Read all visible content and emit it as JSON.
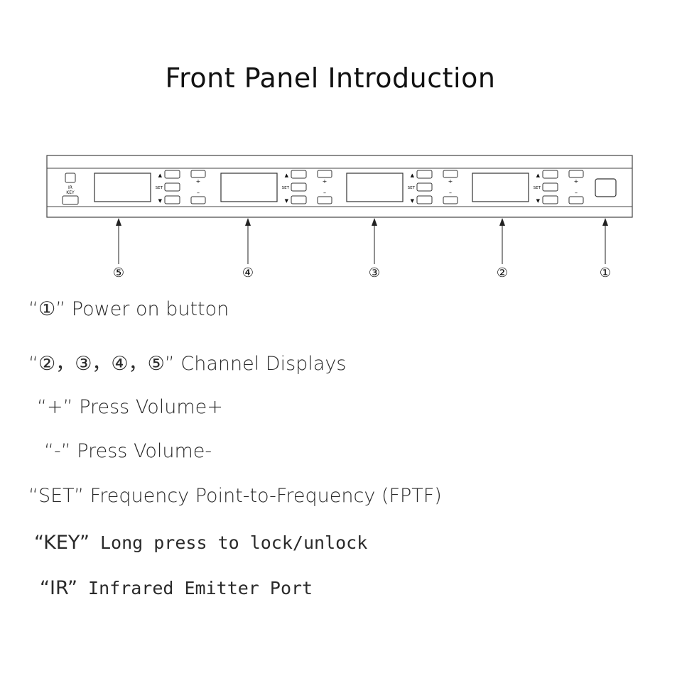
{
  "title": "Front Panel Introduction",
  "panel": {
    "ir_label": "IR",
    "key_label": "KEY",
    "set_label": "SET",
    "up_symbol": "▲",
    "down_symbol": "▼",
    "plus_symbol": "+",
    "minus_symbol": "–"
  },
  "callouts": [
    "⑤",
    "④",
    "③",
    "②",
    "①"
  ],
  "legend": [
    {
      "lead": "“①”",
      "text": " Power on button"
    },
    {
      "lead": "“②，③，④，⑤”",
      "text": " Channel Displays"
    },
    {
      "lead": "“+”",
      "text": "  Press Volume+"
    },
    {
      "lead": "“-”",
      "text": " Press Volume-"
    },
    {
      "lead": "“SET”",
      "text": " Frequency Point-to-Frequency (FPTF)"
    },
    {
      "lead": "“KEY”",
      "text": " Long press to lock/unlock"
    },
    {
      "lead": "“IR”",
      "text": " Infrared Emitter Port"
    }
  ]
}
